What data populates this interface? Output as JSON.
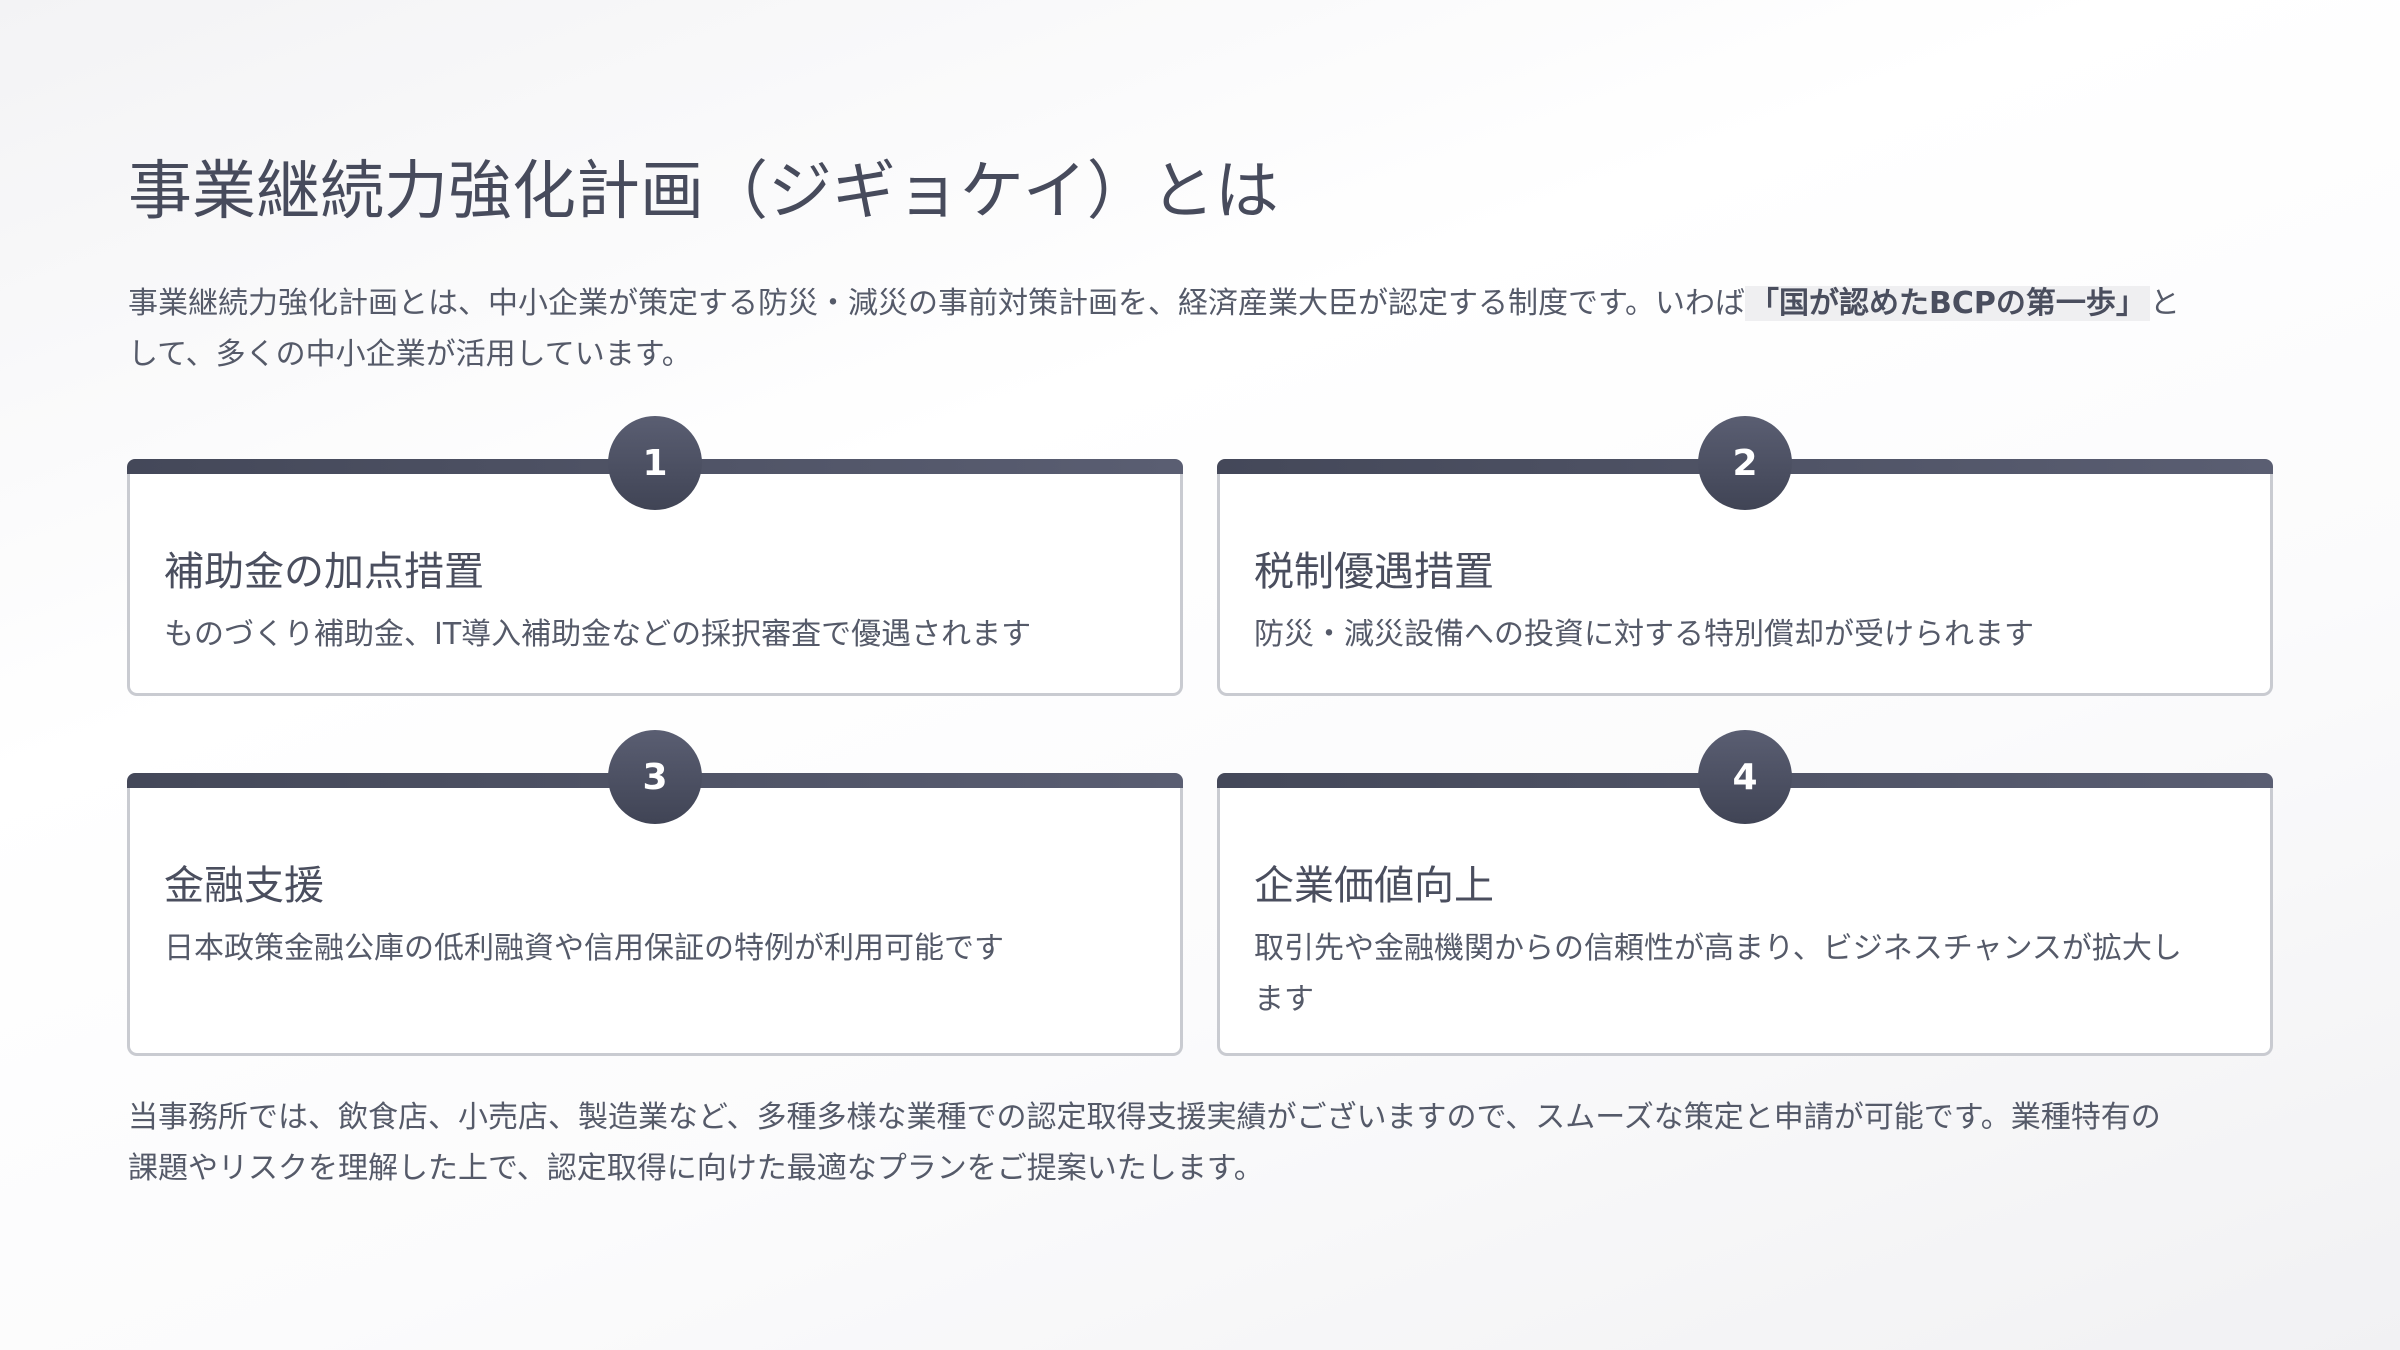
{
  "title": "事業継続力強化計画（ジギョケイ）とは",
  "intro": {
    "line1_before": "事業継続力強化計画とは、中小企業が策定する防災・減災の事前対策計画を、経済産業大臣が認定する制度です。いわば",
    "highlight": "「国が認めたBCPの第一歩」",
    "line1_after": "と",
    "line2": "して、多くの中小企業が活用しています。"
  },
  "cards": [
    {
      "number": "1",
      "title": "補助金の加点措置",
      "desc": [
        "ものづくり補助金、IT導入補助金などの採択審査で優遇されます"
      ]
    },
    {
      "number": "2",
      "title": "税制優遇措置",
      "desc": [
        "防災・減災設備への投資に対する特別償却が受けられます"
      ]
    },
    {
      "number": "3",
      "title": "金融支援",
      "desc": [
        "日本政策金融公庫の低利融資や信用保証の特例が利用可能です"
      ]
    },
    {
      "number": "4",
      "title": "企業価値向上",
      "desc": [
        "取引先や金融機関からの信頼性が高まり、ビジネスチャンスが拡大し",
        "ます"
      ]
    }
  ],
  "footer": {
    "lines": [
      "当事務所では、飲食店、小売店、製造業など、多種多様な業種での認定取得支援実績がございますので、スムーズな策定と申請が可能です。業種特有の",
      "課題やリスクを理解した上で、認定取得に向けた最適なプランをご提案いたします。"
    ]
  }
}
